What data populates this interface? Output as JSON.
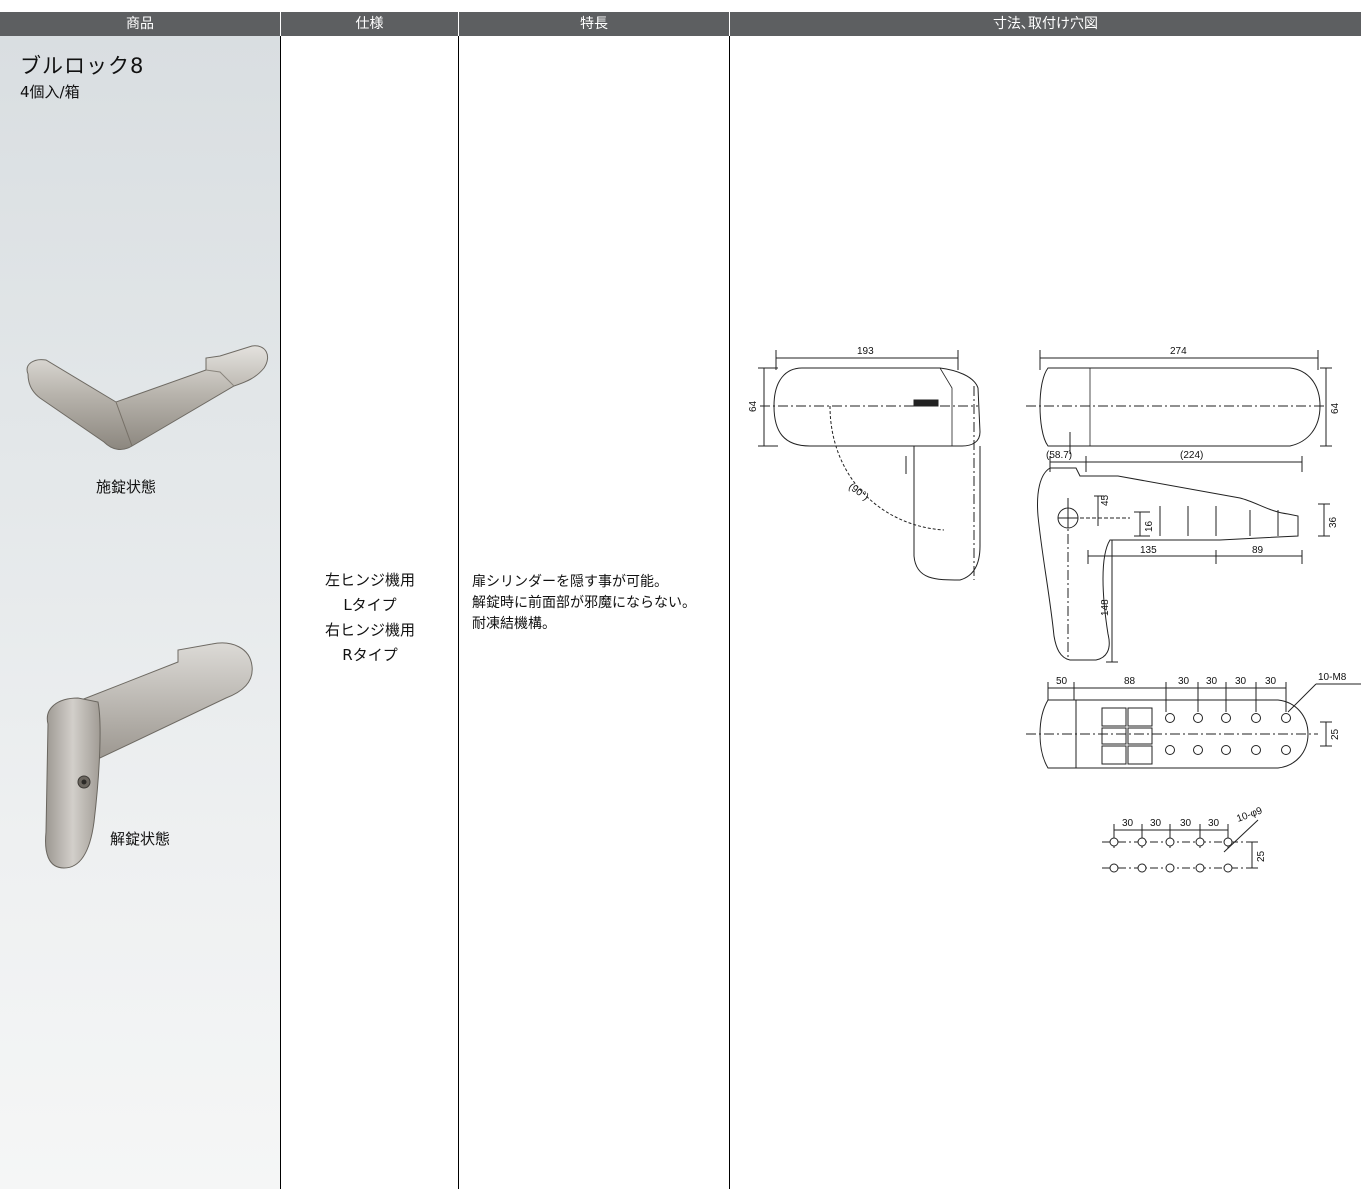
{
  "header": {
    "product": "商品",
    "spec": "仕様",
    "features": "特長",
    "dimensions": "寸法､取付け穴図"
  },
  "product": {
    "name": "ブルロック8",
    "quantity": "4個入/箱",
    "images": [
      {
        "caption": "施錠状態"
      },
      {
        "caption": "解錠状態"
      }
    ]
  },
  "spec": {
    "lines": [
      "左ヒンジ機用",
      "Lタイプ",
      "右ヒンジ機用",
      "Rタイプ"
    ]
  },
  "features": {
    "lines": [
      "扉シリンダーを隠す事が可能。",
      "解錠時に前面部が邪魔にならない。",
      "耐凍結機構。"
    ]
  },
  "drawing": {
    "side_width": "193",
    "side_height": "64",
    "angle": "(90°)",
    "top_width": "274",
    "top_height": "64",
    "offset": "(58.7)",
    "length": "(224)",
    "d45": "45",
    "d16": "16",
    "d36": "36",
    "d135": "135",
    "d89": "89",
    "d148": "148",
    "b50": "50",
    "b88": "88",
    "b30a": "30",
    "b30b": "30",
    "b30c": "30",
    "b30d": "30",
    "screw": "10-M8",
    "b25": "25",
    "h30a": "30",
    "h30b": "30",
    "h30c": "30",
    "h30d": "30",
    "hole": "10-φ9",
    "h25": "25"
  }
}
